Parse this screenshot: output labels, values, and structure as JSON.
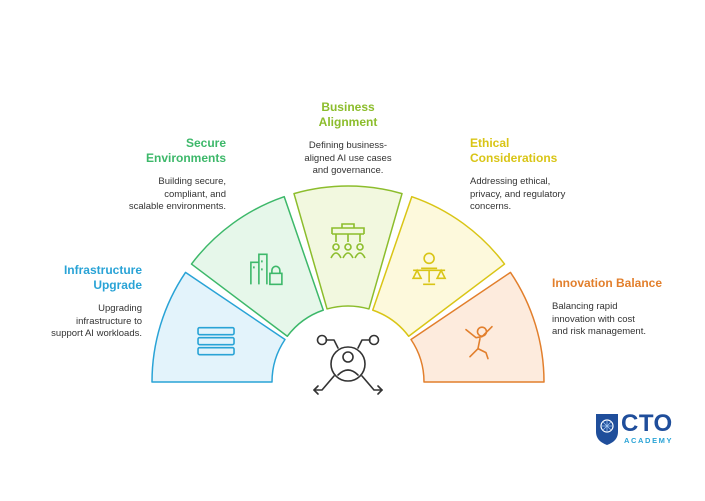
{
  "segments": [
    {
      "id": "infrastructure",
      "title": "Infrastructure\nUpgrade",
      "description": "Upgrading\ninfrastructure to\nsupport AI workloads.",
      "color": "#29a3d6",
      "fill": "#e3f3fb",
      "icon": "server-stack-icon"
    },
    {
      "id": "secure",
      "title": "Secure\nEnvironments",
      "description": "Building secure,\ncompliant, and\nscalable environments.",
      "color": "#3db86a",
      "fill": "#e6f7ea",
      "icon": "secure-buildings-icon"
    },
    {
      "id": "business",
      "title": "Business\nAlignment",
      "description": "Defining business-\naligned AI use cases\nand governance.",
      "color": "#8cbd2c",
      "fill": "#f2f8df",
      "icon": "team-hierarchy-icon"
    },
    {
      "id": "ethical",
      "title": "Ethical\nConsiderations",
      "description": "Addressing ethical,\nprivacy, and regulatory\nconcerns.",
      "color": "#d9c516",
      "fill": "#fdf9dc",
      "icon": "scales-person-icon"
    },
    {
      "id": "innovation",
      "title": "Innovation Balance",
      "description": "Balancing rapid\ninnovation with cost\nand risk management.",
      "color": "#e27f2c",
      "fill": "#fdebdd",
      "icon": "balancing-person-icon"
    }
  ],
  "center_icon": "person-network-arrows-icon",
  "logo": {
    "text": "CTO",
    "subtext": "ACADEMY",
    "color": "#1f4e9b",
    "icon": "brain-shield-icon"
  }
}
